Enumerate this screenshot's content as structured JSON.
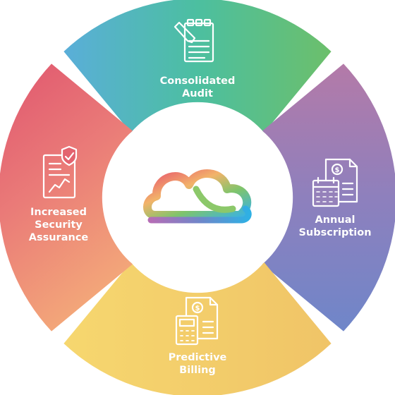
{
  "diagram": {
    "segments": [
      {
        "id": "top",
        "label_lines": [
          "Consolidated",
          "Audit"
        ],
        "icon": "clipboard-pen-icon",
        "colors": [
          "#5aaed9",
          "#4cbf8e",
          "#6cbf6b"
        ]
      },
      {
        "id": "right",
        "label_lines": [
          "Annual",
          "Subscription"
        ],
        "icon": "invoice-calendar-icon",
        "colors": [
          "#b47aa8",
          "#8a7fbf",
          "#6f86c9"
        ]
      },
      {
        "id": "bottom",
        "label_lines": [
          "Predictive",
          "Billing"
        ],
        "icon": "invoice-calculator-icon",
        "colors": [
          "#f6d36e",
          "#f3cd6a",
          "#f0c467"
        ]
      },
      {
        "id": "left",
        "label_lines": [
          "Increased",
          "Security",
          "Assurance"
        ],
        "icon": "security-report-icon",
        "colors": [
          "#e0566f",
          "#e9787a",
          "#f0a07a"
        ]
      }
    ],
    "center": {
      "icon": "cloud-logo-icon"
    }
  }
}
